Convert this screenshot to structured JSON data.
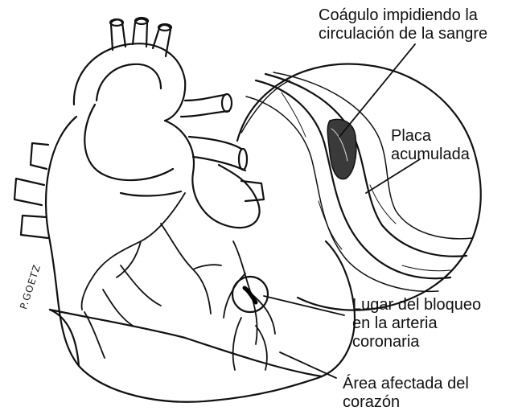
{
  "labels": {
    "clot": {
      "line1": "Coágulo impidiendo la",
      "line2": "circulación de la sangre"
    },
    "plaque": {
      "line1": "Placa",
      "line2": "acumulada"
    },
    "blockage": {
      "line1": "Lugar del bloqueo",
      "line2": "en la arteria",
      "line3": "coronaria"
    },
    "affected_area": {
      "line1": "Área afectada del",
      "line2": "corazón"
    }
  },
  "signature": "P.GOETZ",
  "colors": {
    "ink": "#111111",
    "plaque": "#3a3a3a",
    "background": "#ffffff"
  }
}
